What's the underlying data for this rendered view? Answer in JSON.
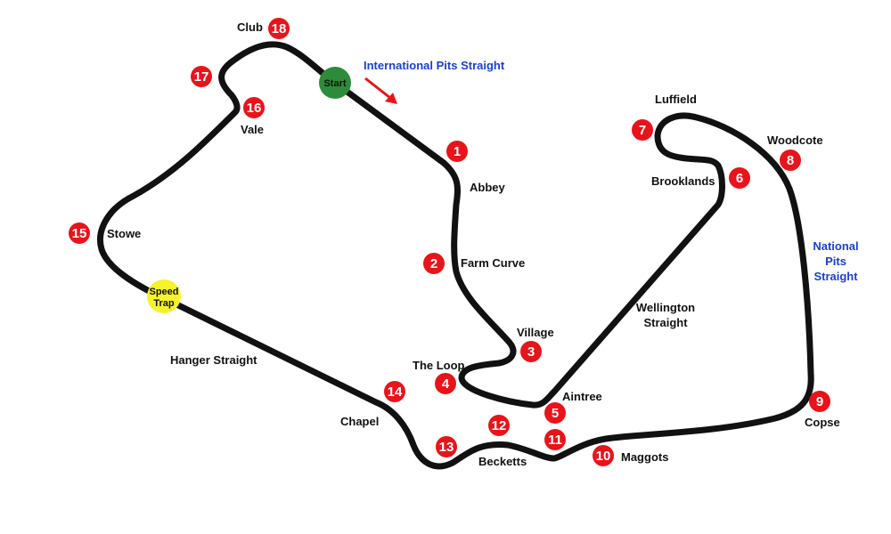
{
  "colors": {
    "track": "#111111",
    "turn_marker": "#e8141a",
    "start_marker": "#2e8b3a",
    "speed_trap_marker": "#f6f22c",
    "straight_label": "#1a3fd6",
    "direction_arrow": "#e8141a"
  },
  "start_label": "Start",
  "speed_trap_label": [
    "Speed",
    "Trap"
  ],
  "direction_arrow_icon": "red-arrow-right-down",
  "corners": [
    {
      "num": "1",
      "name": "Abbey"
    },
    {
      "num": "2",
      "name": "Farm Curve"
    },
    {
      "num": "3",
      "name": "Village"
    },
    {
      "num": "4",
      "name": "The Loop"
    },
    {
      "num": "5",
      "name": "Aintree"
    },
    {
      "num": "6",
      "name": "Brooklands"
    },
    {
      "num": "7",
      "name": "Luffield"
    },
    {
      "num": "8",
      "name": "Woodcote"
    },
    {
      "num": "9",
      "name": "Copse"
    },
    {
      "num": "10",
      "name": "Maggots"
    },
    {
      "num": "11",
      "name": ""
    },
    {
      "num": "12",
      "name": ""
    },
    {
      "num": "13",
      "name": "Becketts"
    },
    {
      "num": "14",
      "name": "Chapel"
    },
    {
      "num": "15",
      "name": "Stowe"
    },
    {
      "num": "16",
      "name": "Vale"
    },
    {
      "num": "17",
      "name": ""
    },
    {
      "num": "18",
      "name": "Club"
    }
  ],
  "straights": {
    "international_pits": "International Pits Straight",
    "national_pits": [
      "National",
      "Pits",
      "Straight"
    ],
    "wellington": [
      "Wellington",
      "Straight"
    ],
    "hanger": "Hanger Straight"
  }
}
